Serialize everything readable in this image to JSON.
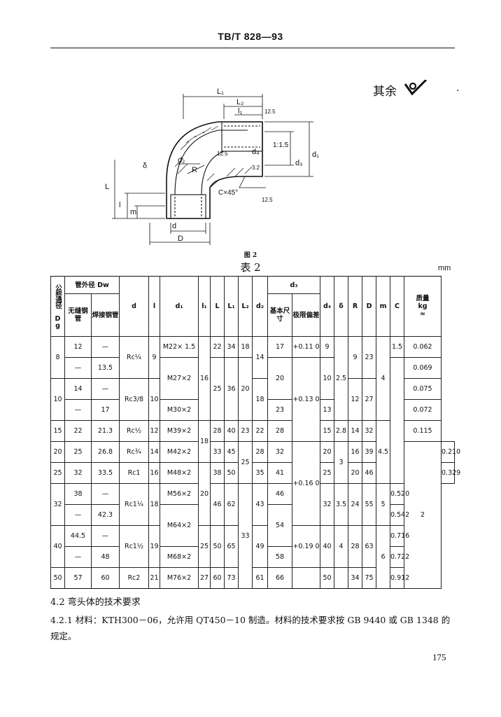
{
  "header": {
    "doc_id": "TB/T 828—93"
  },
  "roughness_note": {
    "text": "其余"
  },
  "figure": {
    "caption": "图 2",
    "labels": {
      "L1": "L₁",
      "L2": "L₂",
      "l1": "l₁",
      "rough_top": "12.5",
      "taper": "1:1.5",
      "d1": "d₁",
      "d3": "d₃",
      "d4": "d₄",
      "rough_in1": "12.5",
      "rough_in2": "3.2",
      "delta": "δ",
      "d2": "d₂",
      "R": "R",
      "L": "L",
      "l": "l",
      "m": "m",
      "chamfer": "C×45°",
      "rough_bot": "12.5",
      "d": "d",
      "D": "D"
    }
  },
  "table": {
    "caption": "表 2",
    "unit": "mm",
    "headers": {
      "dg": "公称通径 Dg",
      "pipe_od": "管外径 Dw",
      "seamless": "无缝钢管",
      "welded": "焊接钢管",
      "d": "d",
      "l": "l",
      "d1": "d₁",
      "l1": "l₁",
      "L": "L",
      "L1": "L₁",
      "L2": "L₂",
      "d2": "d₂",
      "d3": "d₃",
      "d3_basic": "基本尺寸",
      "d3_dev": "极限偏差",
      "d4": "d₄",
      "delta": "δ",
      "R": "R",
      "D": "D",
      "m": "m",
      "C": "C",
      "mass": "质量",
      "mass_unit": "kg",
      "mass_approx": "≈"
    },
    "cells": {
      "r1": {
        "dg": "8",
        "seam": "12",
        "weld": "—",
        "d": "Rc¼",
        "l": "9",
        "d1": "M22× 1.5",
        "l1": "16",
        "L": "22",
        "L1": "34",
        "L2": "18",
        "d2": "14",
        "d3": "17",
        "dev": "+0.11 0",
        "d4": "9",
        "delta": "2.5",
        "R": "9",
        "D": "23",
        "m": "4",
        "C": "1.5",
        "kg": "0.062"
      },
      "r2": {
        "seam": "—",
        "weld": "13.5",
        "kg": "0.069"
      },
      "r3": {
        "dg": "10",
        "seam": "14",
        "weld": "—",
        "d": "Rc3/8",
        "l": "10",
        "d1": "M27×2",
        "L": "25",
        "L1": "36",
        "L2": "20",
        "d2": "18",
        "d3": "20",
        "dev": "+0.13 0",
        "d4": "10",
        "R": "12",
        "D": "27",
        "kg": "0.075"
      },
      "r4": {
        "seam": "—",
        "weld": "17",
        "d1": "M30×2",
        "d3": "23",
        "d4": "13",
        "kg": "0.072"
      },
      "r5": {
        "dg": "15",
        "seam": "22",
        "weld": "21.3",
        "d": "Rc½",
        "l": "12",
        "d1": "M39×2",
        "l1": "18",
        "L": "28",
        "L1": "40",
        "L2": "23",
        "d2": "22",
        "d3": "28",
        "d4": "15",
        "delta": "2.8",
        "R": "14",
        "D": "32",
        "m": "4.5",
        "kg": "0.115"
      },
      "r6": {
        "dg": "20",
        "seam": "25",
        "weld": "26.8",
        "d": "Rc¾",
        "l": "14",
        "d1": "M42×2",
        "L": "33",
        "L1": "45",
        "L2": "25",
        "d2": "28",
        "d3": "32",
        "dev": "+0.16 0",
        "d4": "20",
        "delta": "3",
        "R": "16",
        "D": "39",
        "kg": "0.210"
      },
      "r7": {
        "dg": "25",
        "seam": "32",
        "weld": "33.5",
        "d": "Rc1",
        "l": "16",
        "d1": "M48×2",
        "l1": "20",
        "L": "38",
        "L1": "50",
        "d2": "35",
        "d3": "41",
        "d4": "25",
        "R": "20",
        "D": "46",
        "C": "2",
        "kg": "0.329"
      },
      "r8": {
        "dg": "32",
        "seam": "38",
        "weld": "—",
        "d": "Rc1¼",
        "l": "18",
        "d1": "M56×2",
        "L": "46",
        "L1": "62",
        "d2": "43",
        "d3": "46",
        "d4": "32",
        "delta": "3.5",
        "R": "24",
        "D": "55",
        "m": "5",
        "kg": "0.520"
      },
      "r9": {
        "seam": "—",
        "weld": "42.3",
        "d1": "M64×2",
        "d3": "54",
        "kg": "0.542"
      },
      "r10": {
        "dg": "40",
        "seam": "44.5",
        "weld": "—",
        "d": "Rc1½",
        "l": "19",
        "l1": "25",
        "L": "50",
        "L1": "65",
        "L2": "33",
        "d2": "49",
        "dev": "+0.19 0",
        "d4": "40",
        "delta": "4",
        "R": "28",
        "D": "63",
        "kg": "0.716"
      },
      "r11": {
        "seam": "—",
        "weld": "48",
        "d1": "M68×2",
        "d3": "58",
        "m": "6",
        "kg": "0.722"
      },
      "r12": {
        "dg": "50",
        "seam": "57",
        "weld": "60",
        "d": "Rc2",
        "l": "21",
        "d1": "M76×2",
        "l1": "27",
        "L": "60",
        "L1": "73",
        "d2": "61",
        "d3": "66",
        "d4": "50",
        "R": "34",
        "D": "75",
        "kg": "0.912"
      }
    }
  },
  "section": {
    "title": "4.2  弯头体的技术要求"
  },
  "paragraph": {
    "text": "4.2.1  材料：KTH300－06，允许用 QT450－10 制造。材料的技术要求按 GB 9440 或 GB 1348 的规定。"
  },
  "page_number": "175"
}
